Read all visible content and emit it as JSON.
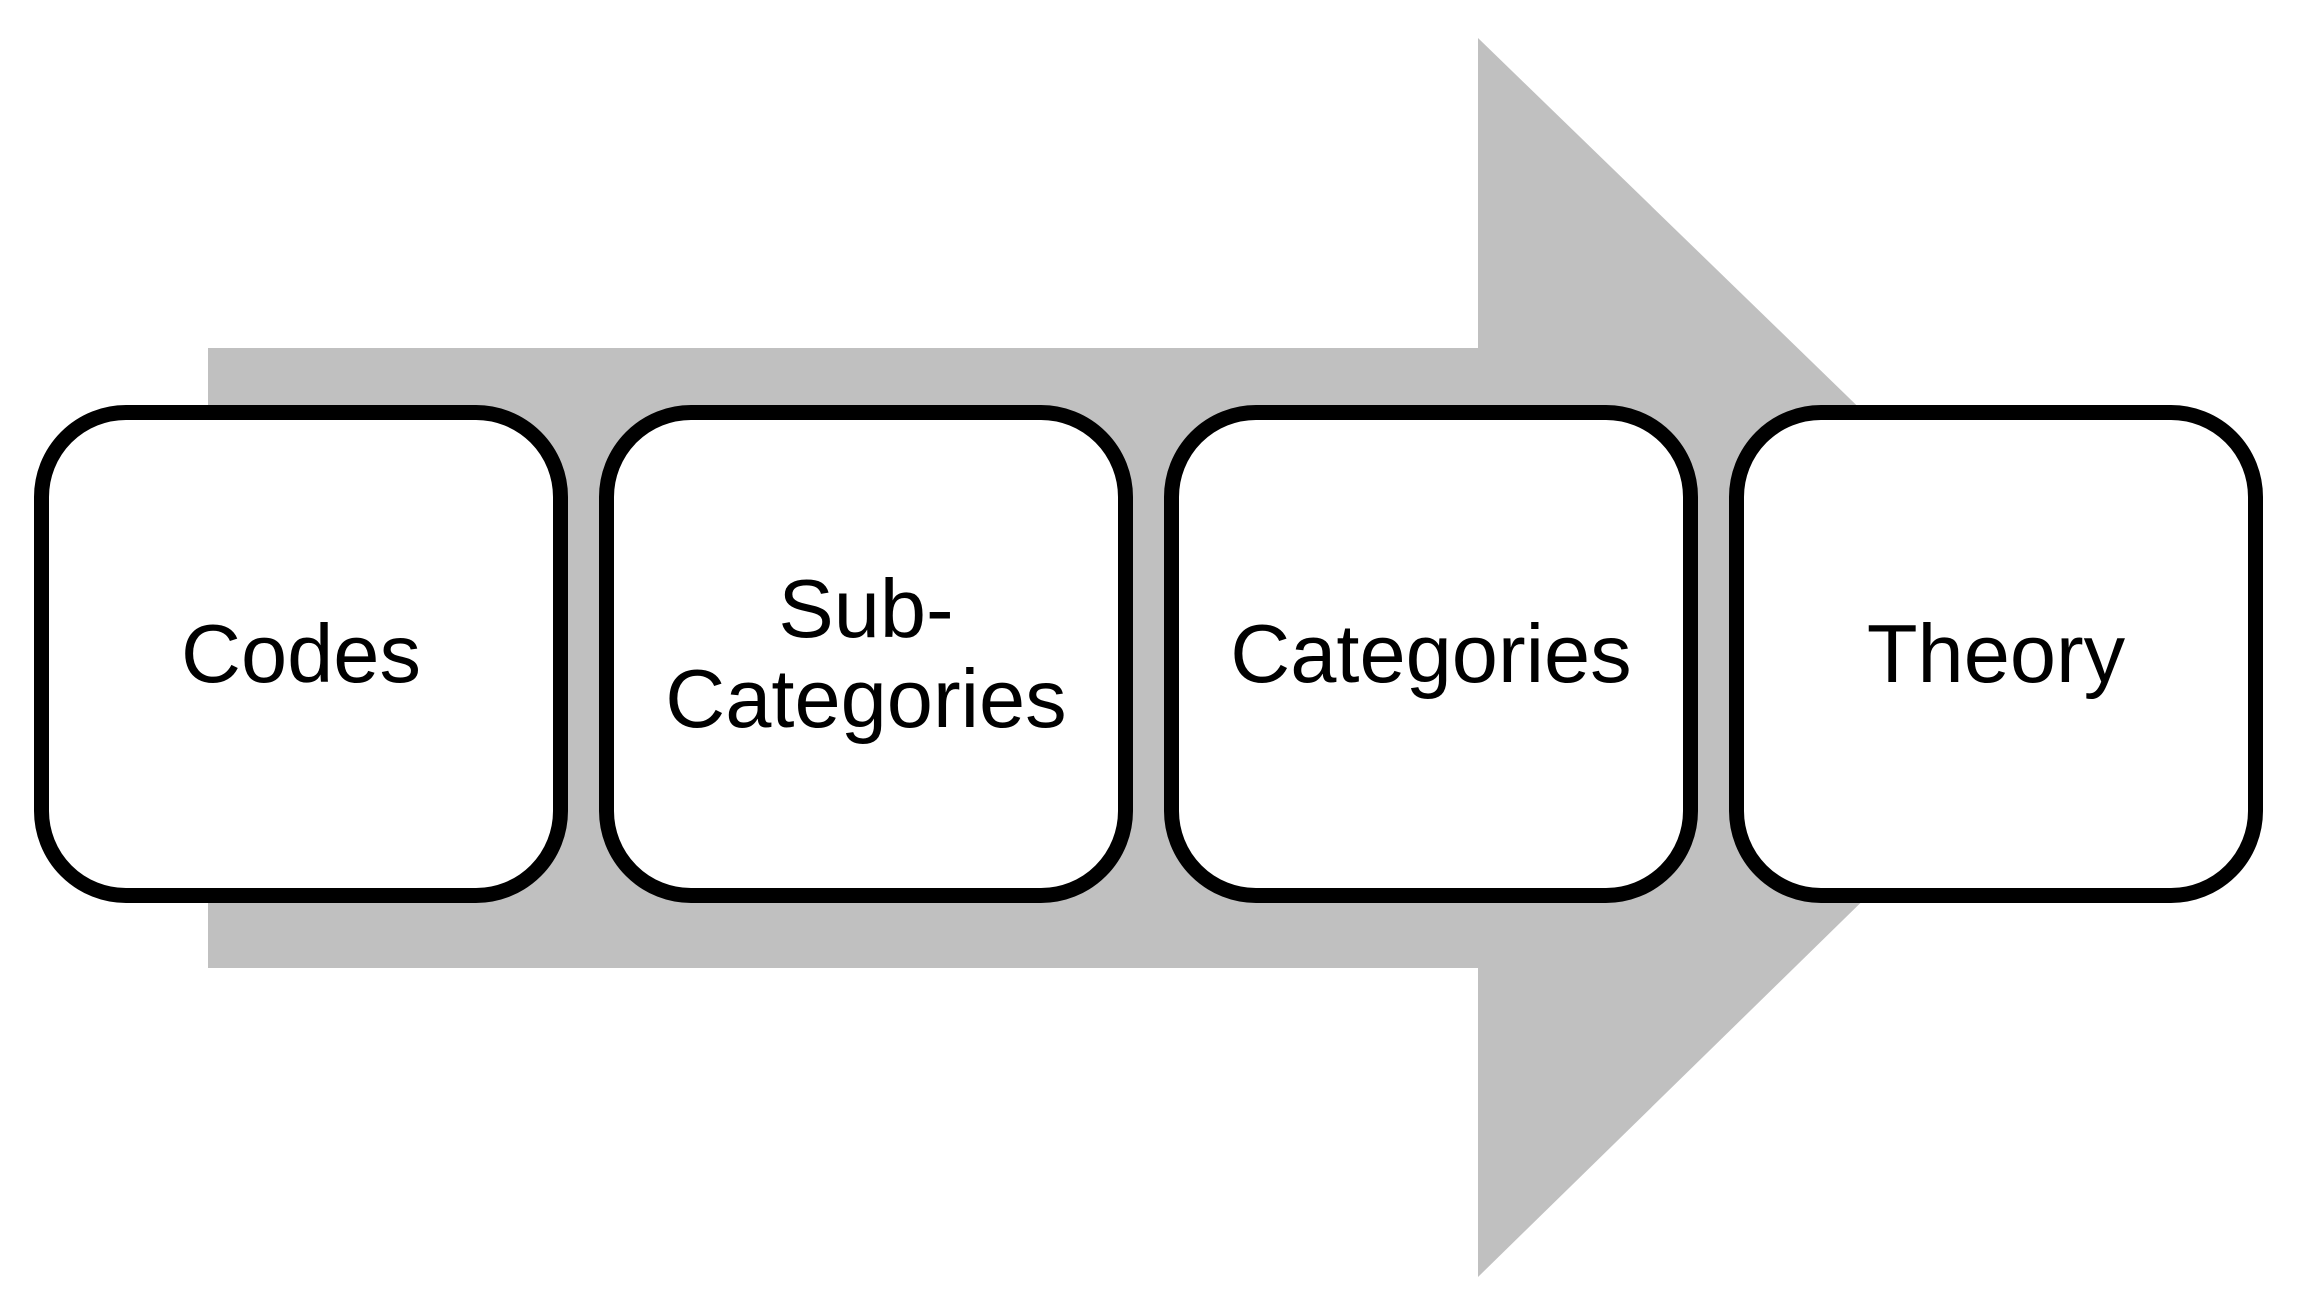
{
  "diagram": {
    "arrow_color": "#c0c0c0",
    "box_border_color": "#000000",
    "box_fill_color": "#ffffff",
    "steps": [
      {
        "label": "Codes"
      },
      {
        "label": "Sub-\nCategories"
      },
      {
        "label": "Categories"
      },
      {
        "label": "Theory"
      }
    ]
  }
}
